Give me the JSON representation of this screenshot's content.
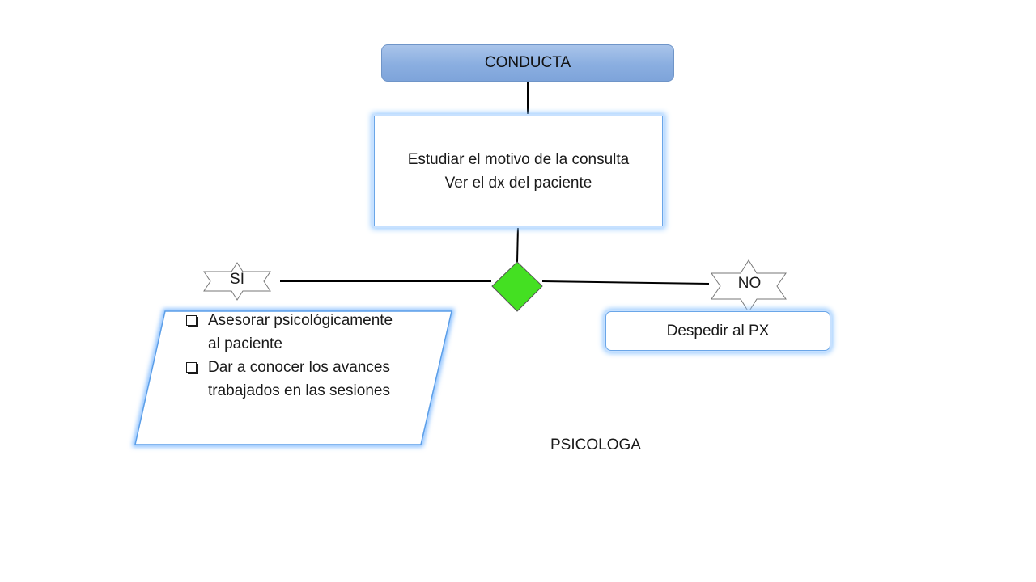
{
  "diagram": {
    "top_node": {
      "label": "CONDUCTA"
    },
    "study_node": {
      "lines": [
        "Estudiar el motivo de la consulta",
        "Ver el dx del paciente"
      ]
    },
    "decision": {
      "color": "#44e022"
    },
    "yes_label": "SI",
    "no_label": "NO",
    "yes_actions": [
      "Asesorar psicológicamente al paciente",
      "Dar a conocer los avances trabajados en las sesiones"
    ],
    "no_action": {
      "label": "Despedir al PX"
    },
    "footer_label": "PSICOLOGA"
  }
}
